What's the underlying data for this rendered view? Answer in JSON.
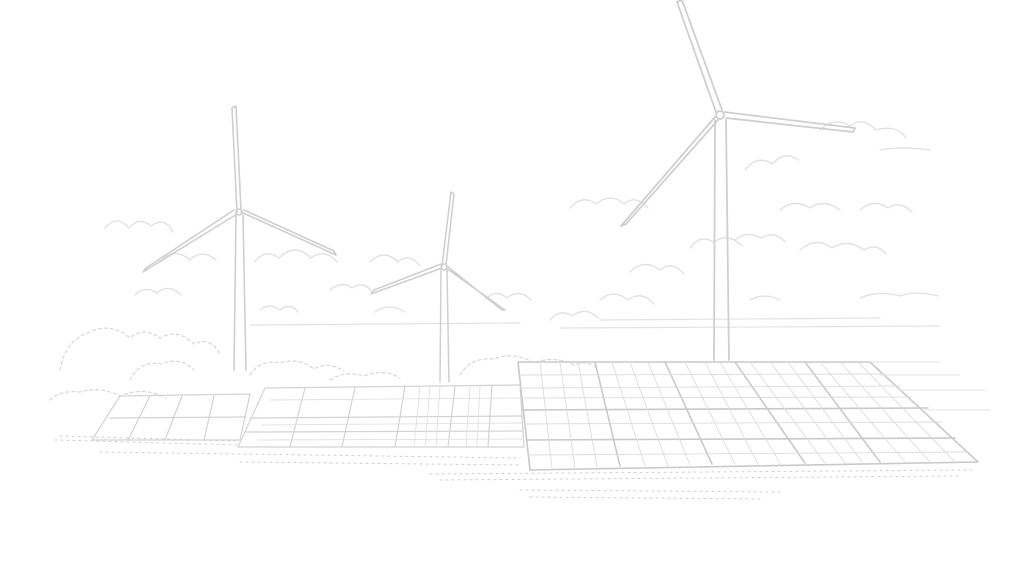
{
  "scene": {
    "subject": "wind-and-solar-farm-sketch",
    "turbines": 3,
    "solar_panel_rows": 2,
    "colors": {
      "background": "#ffffff",
      "stroke": "#cfcfcf",
      "stroke_light": "#e0e0e0",
      "stroke_dark": "#bdbdbd"
    }
  }
}
